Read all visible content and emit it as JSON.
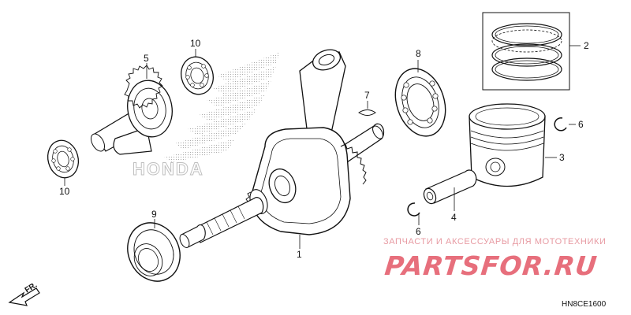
{
  "diagram": {
    "code": "HN8CE1600",
    "front_label": "FR.",
    "callouts": [
      "1",
      "2",
      "3",
      "4",
      "5",
      "6",
      "6",
      "7",
      "8",
      "9",
      "10",
      "10"
    ]
  },
  "watermark": {
    "caption": "ЗАПЧАСТИ И АКСЕССУАРЫ ДЛЯ МОТОТЕХНИКИ",
    "logo": "PARTSFOR.RU",
    "brand": "HONDA"
  },
  "colors": {
    "line": "#111111",
    "watermark": "#e76f7c",
    "honda_watermark": "#bdbdbd"
  }
}
